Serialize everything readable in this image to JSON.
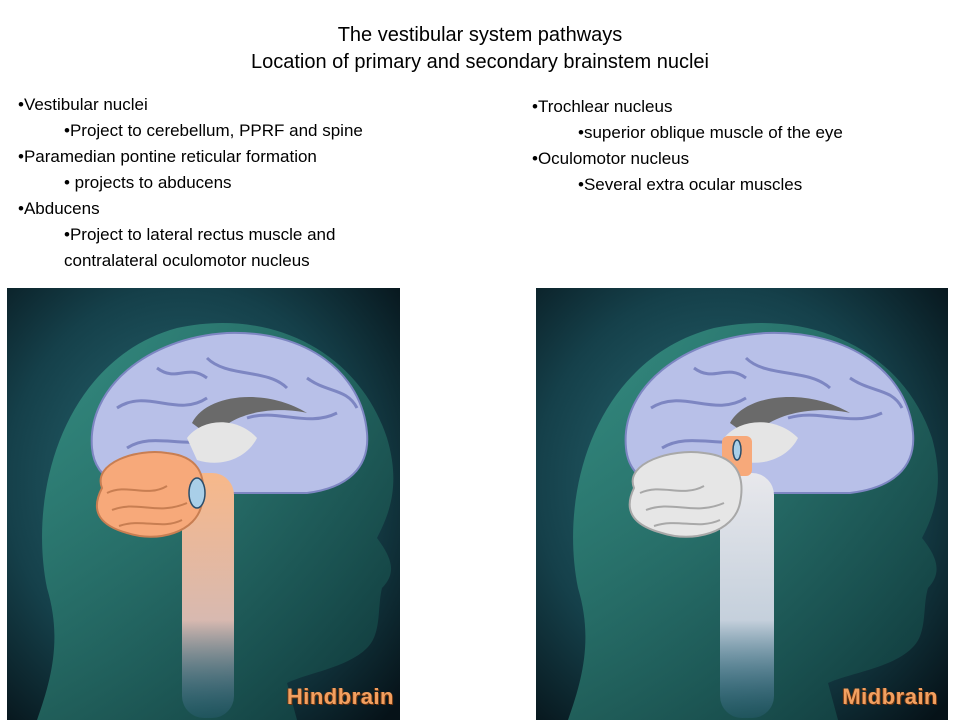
{
  "title": {
    "line1": "The vestibular system pathways",
    "line2": "Location of primary and secondary brainstem nuclei"
  },
  "left_list": [
    {
      "level": 1,
      "text": "•Vestibular nuclei"
    },
    {
      "level": 2,
      "text": "•Project to cerebellum, PPRF and spine"
    },
    {
      "level": 1,
      "text": "•Paramedian pontine reticular formation"
    },
    {
      "level": 2,
      "text": "• projects to abducens"
    },
    {
      "level": 1,
      "text": "•Abducens"
    },
    {
      "level": 2,
      "text": "•Project to lateral rectus muscle and"
    },
    {
      "level": 3,
      "text": "contralateral oculomotor nucleus"
    }
  ],
  "right_list": [
    {
      "level": 1,
      "text": "•Trochlear nucleus"
    },
    {
      "level": 2,
      "text": "•superior oblique muscle of the eye"
    },
    {
      "level": 1,
      "text": "•Oculomotor nucleus"
    },
    {
      "level": 2,
      "text": "•Several extra ocular muscles"
    }
  ],
  "panels": {
    "hindbrain": {
      "label": "Hindbrain",
      "highlight_color": "#f7b88a"
    },
    "midbrain": {
      "label": "Midbrain",
      "highlight_color": "#f7b88a"
    }
  },
  "colors": {
    "background_dark": "#0a1a22",
    "head_teal": "#1f6d6a",
    "cerebrum": "#b8c0e8",
    "highlight": "#f7a97a",
    "marker": "#a9cfe8"
  }
}
